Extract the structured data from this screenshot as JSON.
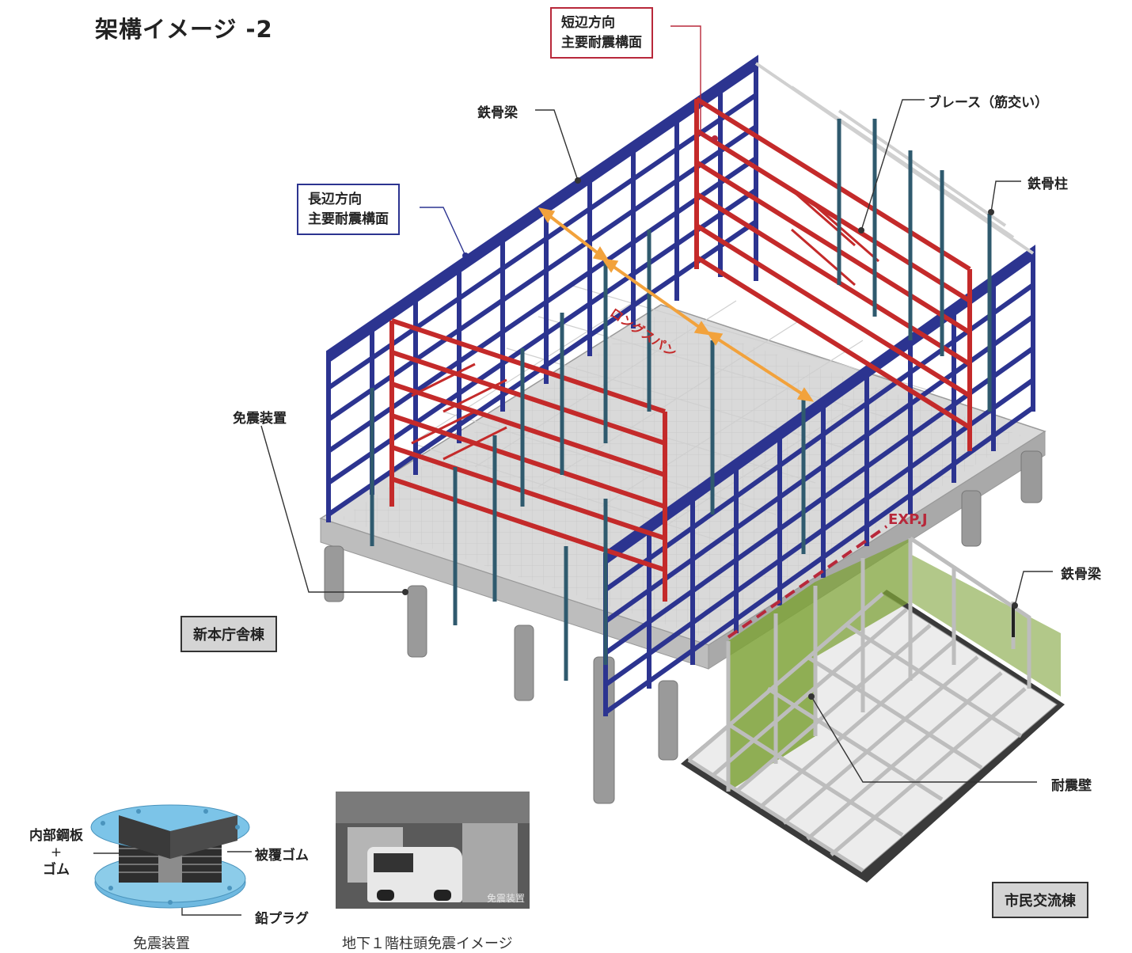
{
  "title": "架構イメージ -2",
  "labels": {
    "short_direction_line1": "短辺方向",
    "short_direction_line2": "主要耐震構面",
    "long_direction_line1": "長辺方向",
    "long_direction_line2": "主要耐震構面",
    "steel_beam_top": "鉄骨梁",
    "brace": "ブレース（筋交い）",
    "steel_column": "鉄骨柱",
    "isolation_device": "免震装置",
    "long_span": "ロングスパン",
    "exp_joint": "EXP.J",
    "steel_beam_right": "鉄骨梁",
    "seismic_wall": "耐震壁"
  },
  "buildings": {
    "new_office": "新本庁舎棟",
    "civic_exchange": "市民交流棟"
  },
  "bearing_detail": {
    "inner_plate_line1": "内部鋼板",
    "inner_plate_plus": "+",
    "inner_plate_line2": "ゴム",
    "cover_rubber": "被覆ゴム",
    "lead_plug": "鉛プラグ",
    "caption": "免震装置"
  },
  "photo": {
    "overlay_text": "免震装置",
    "caption": "地下１階柱頭免震イメージ"
  },
  "colors": {
    "blue_frame": "#2c3490",
    "red_frame": "#c42a2a",
    "steel_column": "#2f5a6e",
    "accent_orange": "#f2a23c",
    "exp_red": "#b8283a",
    "wall_green": "#7fa33a",
    "bearing_blue": "#7cc4e8"
  }
}
